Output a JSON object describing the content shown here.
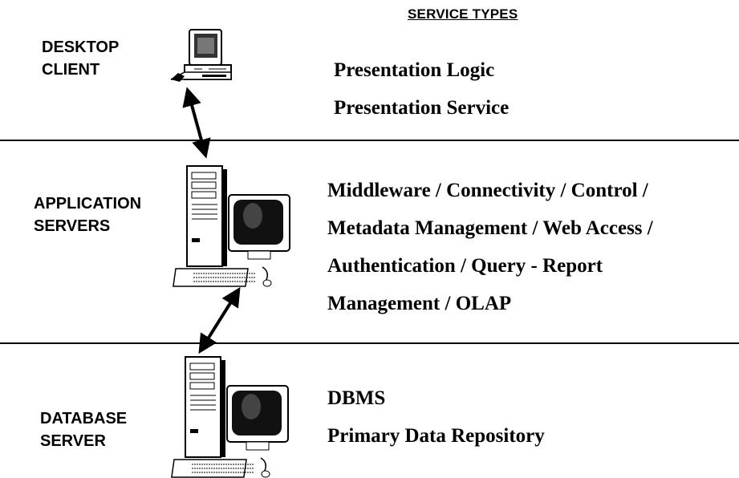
{
  "heading": "SERVICE TYPES",
  "tiers": [
    {
      "label_lines": [
        "DESKTOP",
        "CLIENT"
      ],
      "icon": "desktop-computer-icon",
      "services": [
        "Presentation Logic",
        "Presentation Service"
      ]
    },
    {
      "label_lines": [
        "APPLICATION",
        "SERVERS"
      ],
      "icon": "tower-server-icon",
      "services": [
        "Middleware / Connectivity / Control /",
        "Metadata Management / Web Access /",
        "Authentication / Query - Report",
        "Management / OLAP"
      ]
    },
    {
      "label_lines": [
        "DATABASE",
        "SERVER"
      ],
      "icon": "tower-server-icon",
      "services": [
        "DBMS",
        "Primary Data Repository"
      ]
    }
  ],
  "connectors": [
    "bidirectional-arrow-icon",
    "bidirectional-arrow-icon"
  ]
}
